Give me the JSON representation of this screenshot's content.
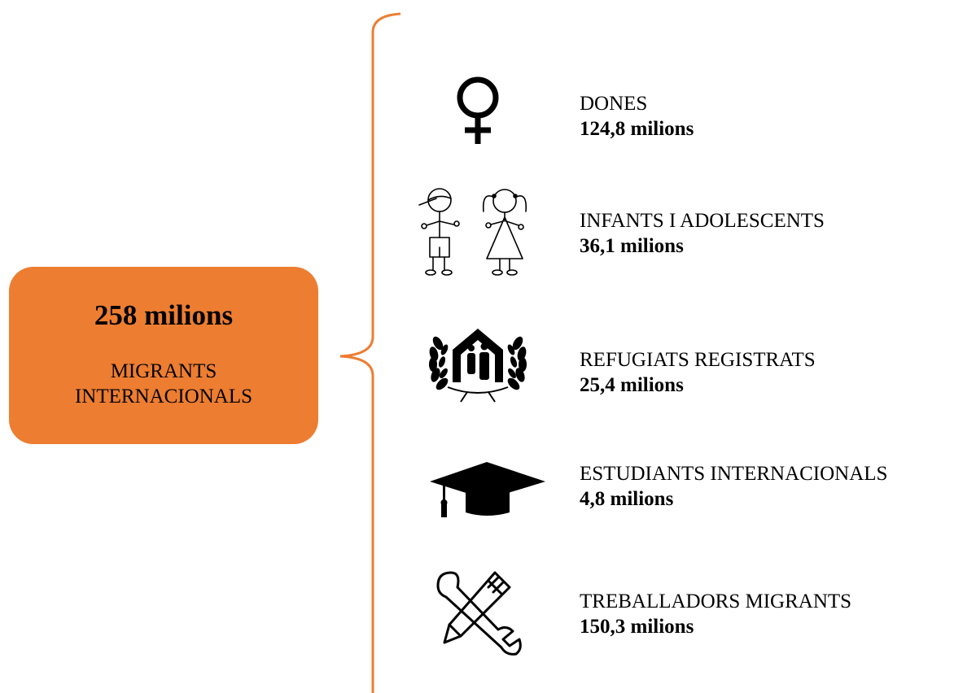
{
  "colors": {
    "accent": "#ed7d31",
    "text": "#000000",
    "icon": "#000000"
  },
  "total": {
    "value": "258 milions",
    "label_line1": "MIGRANTS",
    "label_line2": "INTERNACIONALS"
  },
  "categories": [
    {
      "icon": "female-symbol-icon",
      "label": "DONES",
      "value": "124,8 milions"
    },
    {
      "icon": "children-icon",
      "label": "INFANTS I ADOLESCENTS",
      "value": "36,1 milions"
    },
    {
      "icon": "unhcr-emblem-icon",
      "label": "REFUGIATS REGISTRATS",
      "value": "25,4 milions"
    },
    {
      "icon": "graduation-cap-icon",
      "label": "ESTUDIANTS INTERNACIONALS",
      "value": "4,8 milions"
    },
    {
      "icon": "wrench-pencil-icon",
      "label": "TREBALLADORS MIGRANTS",
      "value": "150,3 milions"
    }
  ]
}
